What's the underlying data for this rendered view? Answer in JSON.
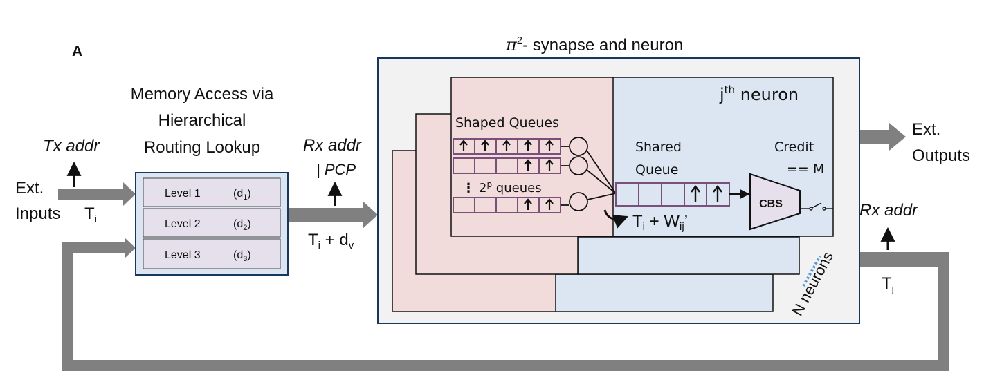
{
  "panel_label": "A",
  "title": {
    "symbol": "π",
    "sup": "2",
    "rest": "- synapse  and neuron"
  },
  "memory_access": {
    "line1": "Memory Access via",
    "line2": "Hierarchical",
    "line3": "Routing Lookup"
  },
  "levels": [
    {
      "label": "Level 1",
      "delay_base": "(d",
      "delay_sub": "1",
      "delay_close": ")"
    },
    {
      "label": "Level 2",
      "delay_base": "(d",
      "delay_sub": "2",
      "delay_close": ")"
    },
    {
      "label": "Level 3",
      "delay_base": "(d",
      "delay_sub": "3",
      "delay_close": ")"
    }
  ],
  "tx_addr": "Tx addr",
  "ext_inputs": {
    "line1": "Ext.",
    "line2": "Inputs",
    "t": "T",
    "t_sub": "i"
  },
  "rx_addr_pcp": {
    "line1": "Rx addr",
    "line2": "| PCP"
  },
  "ti_dv": {
    "t": "T",
    "t_sub": "i",
    "plus": " + d",
    "d_sub": "v"
  },
  "shaped_queues": "Shaped Queues",
  "queues_count": {
    "dots": "⋮",
    "base": "2",
    "sup": "p",
    "rest": " queues"
  },
  "shared_queue": {
    "line1": "Shared",
    "line2": "Queue"
  },
  "jth_neuron": {
    "j": "j",
    "sup": "th",
    "rest": " neuron"
  },
  "credit": {
    "line1": "Credit",
    "line2": "== M"
  },
  "cbs": "CBS",
  "ti_wij": {
    "t": "T",
    "t_sub": "i",
    "plus": " + W",
    "w_sub": "ij",
    "prime": "’"
  },
  "n_neurons": "N neurons",
  "ext_outputs": {
    "line1": "Ext.",
    "line2": "Outputs"
  },
  "rx_addr_out": "Rx addr",
  "tj": {
    "t": "T",
    "t_sub": "j"
  },
  "colors": {
    "pink": "#f2dcdb",
    "blue": "#dce6f2",
    "gray_arrow": "#808080",
    "panel_bg": "#f2f2f2",
    "queue_stroke": "#7a4f7a",
    "level_fill": "#e6e0ec",
    "dotted_blue": "#5b9bd5"
  }
}
